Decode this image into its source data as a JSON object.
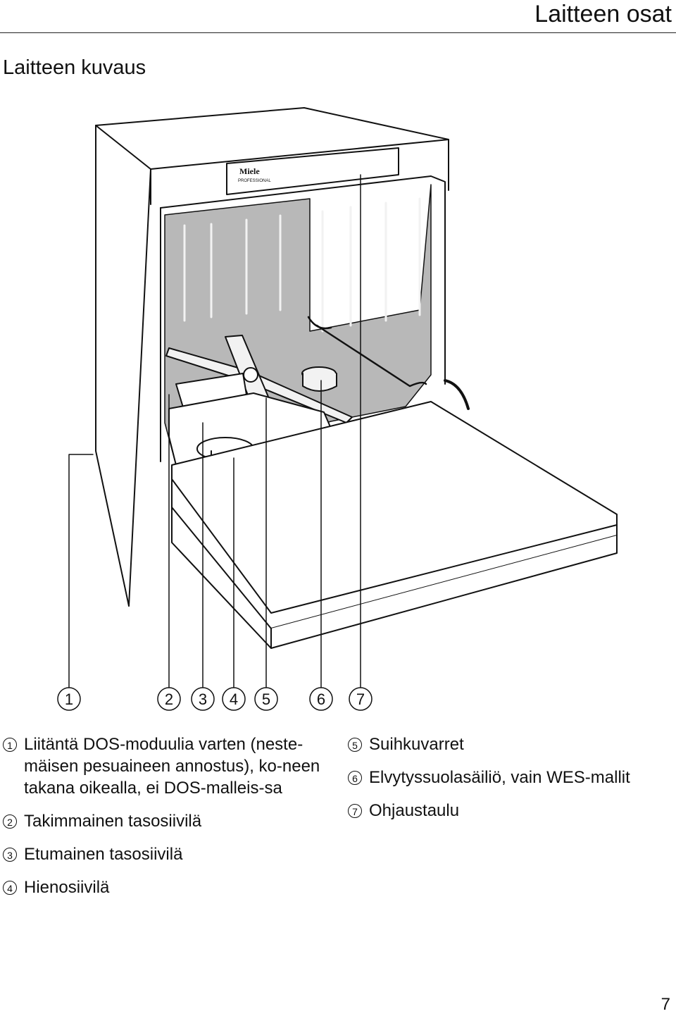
{
  "header": {
    "title": "Laitteen osat"
  },
  "section": {
    "title": "Laitteen kuvaus"
  },
  "illustration": {
    "brand": "Miele",
    "brand_sub": "PROFESSIONAL",
    "callouts": [
      "1",
      "2",
      "3",
      "4",
      "5",
      "6",
      "7"
    ]
  },
  "legend_left": [
    {
      "num": "1",
      "text": "Liitäntä DOS-moduulia varten (neste-mäisen pesuaineen annostus), ko-neen takana oikealla, ei DOS-malleis-sa"
    },
    {
      "num": "2",
      "text": "Takimmainen tasosiivilä"
    },
    {
      "num": "3",
      "text": "Etumainen tasosiivilä"
    },
    {
      "num": "4",
      "text": "Hienosiivilä"
    }
  ],
  "legend_right": [
    {
      "num": "5",
      "text": "Suihkuvarret"
    },
    {
      "num": "6",
      "text": "Elvytyssuolasäiliö, vain WES-mallit"
    },
    {
      "num": "7",
      "text": "Ohjaustaulu"
    }
  ],
  "footer": {
    "page_number": "7"
  }
}
